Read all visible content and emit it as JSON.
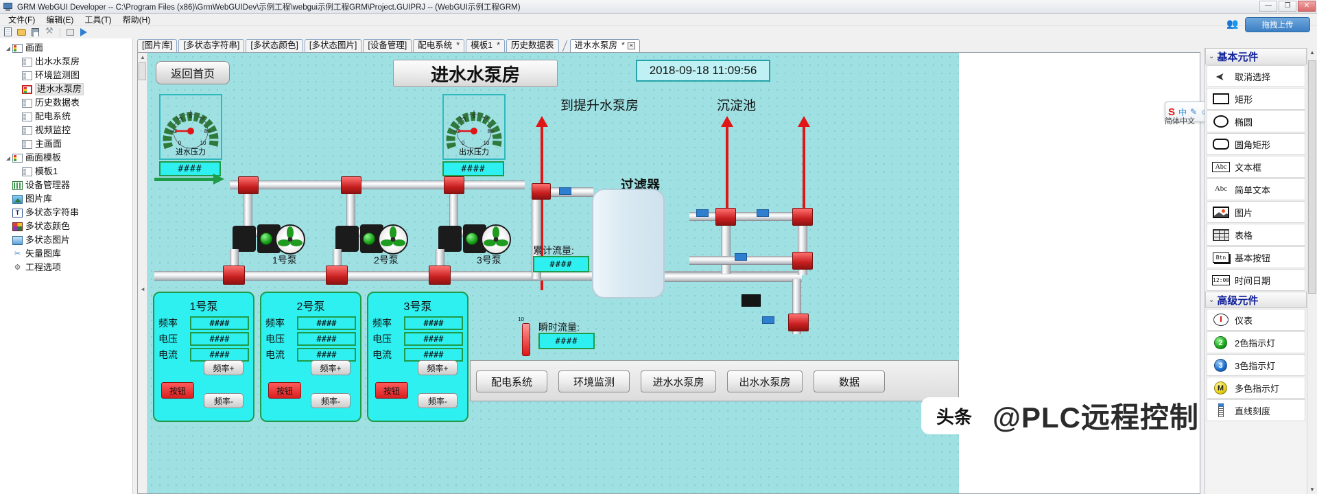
{
  "window": {
    "title": "GRM WebGUI Developer -- C:\\Program Files (x86)\\GrmWebGUIDev\\示例工程\\webgui示例工程GRM\\Project.GUIPRJ -- (WebGUI示例工程GRM)",
    "minimize": "—",
    "maximize": "❐",
    "close": "✕"
  },
  "menu": [
    {
      "label": "文件(F)"
    },
    {
      "label": "编辑(E)"
    },
    {
      "label": "工具(T)"
    },
    {
      "label": "帮助(H)"
    }
  ],
  "toolbar": {
    "icons": [
      "new-document-icon",
      "open-folder-icon",
      "save-icon",
      "wrench-icon",
      "grid-icon",
      "run-icon"
    ]
  },
  "upload": {
    "label": "拖拽上传",
    "people_icon": "people-icon"
  },
  "tree": {
    "nodes": [
      {
        "label": "画面",
        "level": 0,
        "icon": "screen-group-icon",
        "expander": "▲",
        "selected": false
      },
      {
        "label": "出水水泵房",
        "level": 1,
        "icon": "screen-icon",
        "selected": false
      },
      {
        "label": "环境监测图",
        "level": 1,
        "icon": "screen-icon",
        "selected": false
      },
      {
        "label": "进水水泵房",
        "level": 1,
        "icon": "screen-icon-active",
        "selected": true
      },
      {
        "label": "历史数据表",
        "level": 1,
        "icon": "screen-icon",
        "selected": false
      },
      {
        "label": "配电系统",
        "level": 1,
        "icon": "screen-icon",
        "selected": false
      },
      {
        "label": "视频监控",
        "level": 1,
        "icon": "screen-icon",
        "selected": false
      },
      {
        "label": "主画面",
        "level": 1,
        "icon": "screen-icon",
        "selected": false
      },
      {
        "label": "画面模板",
        "level": 0,
        "icon": "screen-group-icon",
        "expander": "▲",
        "selected": false
      },
      {
        "label": "模板1",
        "level": 1,
        "icon": "screen-icon",
        "selected": false
      },
      {
        "label": "设备管理器",
        "level": 0,
        "icon": "device-manager-icon",
        "selected": false
      },
      {
        "label": "图片库",
        "level": 0,
        "icon": "image-library-icon",
        "selected": false
      },
      {
        "label": "多状态字符串",
        "level": 0,
        "icon": "multistate-text-icon",
        "selected": false
      },
      {
        "label": "多状态颜色",
        "level": 0,
        "icon": "multistate-color-icon",
        "selected": false
      },
      {
        "label": "多状态图片",
        "level": 0,
        "icon": "multistate-image-icon",
        "selected": false
      },
      {
        "label": "矢量图库",
        "level": 0,
        "icon": "vector-library-icon",
        "selected": false
      },
      {
        "label": "工程选项",
        "level": 0,
        "icon": "project-options-icon",
        "selected": false
      }
    ]
  },
  "tabs": [
    {
      "label": "[图片库]",
      "modified": "",
      "active": false,
      "closable": false
    },
    {
      "label": "[多状态字符串]",
      "modified": "",
      "active": false,
      "closable": false
    },
    {
      "label": "[多状态颜色]",
      "modified": "",
      "active": false,
      "closable": false
    },
    {
      "label": "[多状态图片]",
      "modified": "",
      "active": false,
      "closable": false
    },
    {
      "label": "[设备管理]",
      "modified": "",
      "active": false,
      "closable": false
    },
    {
      "label": "配电系统",
      "modified": "*",
      "active": false,
      "closable": false
    },
    {
      "label": "模板1",
      "modified": "*",
      "active": false,
      "closable": false
    },
    {
      "label": "历史数据表",
      "modified": "",
      "active": false,
      "closable": false
    },
    {
      "label": "进水水泵房",
      "modified": "*",
      "active": true,
      "closable": true,
      "close_glyph": "×"
    }
  ],
  "hmi": {
    "home_button": "返回首页",
    "page_title": "进水水泵房",
    "datetime": "2018-09-18  11:09:56",
    "labels": {
      "to_lift_pump": "到提升水泵房",
      "sedimentation": "沉淀池",
      "filter": "过滤器",
      "total_flow": "累计流量:",
      "instant_flow": "瞬时流量:",
      "pump1": "1号泵",
      "pump2": "2号泵",
      "pump3": "3号泵"
    },
    "gauges": [
      {
        "name": "进水压力",
        "min": 0,
        "max": 10,
        "value": 2.0,
        "ticks": [
          "0",
          "2",
          "3",
          "5",
          "7",
          "8",
          "10"
        ],
        "readout": "####"
      },
      {
        "name": "出水压力",
        "min": 0,
        "max": 10,
        "value": 2.0,
        "ticks": [
          "0",
          "2",
          "3",
          "5",
          "7",
          "8",
          "10"
        ],
        "readout": "####"
      }
    ],
    "flow_readouts": {
      "total": "####",
      "instant": "####"
    },
    "pump_cards": [
      {
        "title": "1号泵",
        "rows": [
          {
            "key": "频率",
            "value": "####"
          },
          {
            "key": "电压",
            "value": "####"
          },
          {
            "key": "电流",
            "value": "####"
          }
        ],
        "run_button": "按钮",
        "freq_up": "频率+",
        "freq_down": "频率-"
      },
      {
        "title": "2号泵",
        "rows": [
          {
            "key": "频率",
            "value": "####"
          },
          {
            "key": "电压",
            "value": "####"
          },
          {
            "key": "电流",
            "value": "####"
          }
        ],
        "run_button": "按钮",
        "freq_up": "频率+",
        "freq_down": "频率-"
      },
      {
        "title": "3号泵",
        "rows": [
          {
            "key": "频率",
            "value": "####"
          },
          {
            "key": "电压",
            "value": "####"
          },
          {
            "key": "电流",
            "value": "####"
          }
        ],
        "run_button": "按钮",
        "freq_up": "频率+",
        "freq_down": "频率-"
      }
    ],
    "nav_buttons": [
      {
        "label": "配电系统"
      },
      {
        "label": "环境监测"
      },
      {
        "label": "进水水泵房"
      },
      {
        "label": "出水水泵房"
      },
      {
        "label": "数据"
      }
    ]
  },
  "right_panel": {
    "sections": [
      {
        "title": "基本元件",
        "items": [
          {
            "label": "取消选择",
            "icon": "cursor-icon"
          },
          {
            "label": "矩形",
            "icon": "rectangle-icon"
          },
          {
            "label": "椭圆",
            "icon": "ellipse-icon"
          },
          {
            "label": "圆角矩形",
            "icon": "rounded-rectangle-icon"
          },
          {
            "label": "文本框",
            "icon": "textbox-icon",
            "glyph": "Abc"
          },
          {
            "label": "简单文本",
            "icon": "simple-text-icon",
            "glyph": "Abc"
          },
          {
            "label": "图片",
            "icon": "picture-icon"
          },
          {
            "label": "表格",
            "icon": "table-icon"
          },
          {
            "label": "基本按钮",
            "icon": "button-icon",
            "glyph": "Btn"
          },
          {
            "label": "时间日期",
            "icon": "datetime-icon",
            "glyph": "12:00"
          }
        ]
      },
      {
        "title": "高级元件",
        "items": [
          {
            "label": "仪表",
            "icon": "meter-icon"
          },
          {
            "label": "2色指示灯",
            "icon": "two-color-lamp-icon",
            "glyph": "2"
          },
          {
            "label": "3色指示灯",
            "icon": "three-color-lamp-icon",
            "glyph": "3"
          },
          {
            "label": "多色指示灯",
            "icon": "multi-color-lamp-icon",
            "glyph": "M"
          },
          {
            "label": "直线刻度",
            "icon": "linear-scale-icon"
          }
        ]
      }
    ]
  },
  "ime": {
    "logo": "S",
    "items": [
      "中",
      "✎",
      "☺",
      "🎤",
      "⌨",
      "🈸",
      "👕",
      "▦"
    ],
    "sub": "简体中文"
  },
  "watermark": {
    "text": "@PLC远程控制系统",
    "badge": "头条"
  },
  "colors": {
    "hmi_background": "#9fe0e3",
    "field_cyan": "#2ff0f0",
    "field_border_green": "#1f9b4a",
    "accent_blue": "#2f7fd1",
    "pipe_red": "#c81f1f",
    "gauge_green": "#2f7a3a",
    "panel_heading": "#10209a"
  }
}
